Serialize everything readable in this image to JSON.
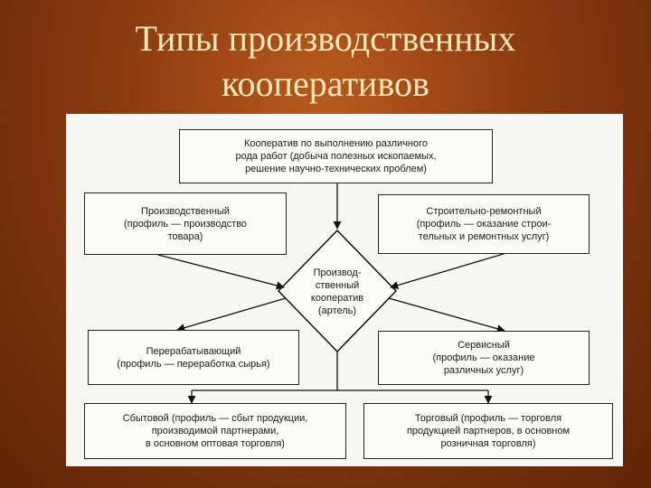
{
  "title": {
    "line1": "Типы производственных",
    "line2": "кооперативов"
  },
  "diagram": {
    "top": {
      "l1": "Кооператив по выполнению различного",
      "l2": "рода работ (добыча полезных ископаемых,",
      "l3": "решение научно-технических проблем)"
    },
    "center": {
      "l1": "Производ-",
      "l2": "ственный",
      "l3": "кооператив",
      "l4": "(артель)"
    },
    "left1": {
      "l1": "Производственный",
      "l2": "(профиль — производство",
      "l3": "товара)"
    },
    "right1": {
      "l1": "Строительно-ремонтный",
      "l2": "(профиль — оказание строи-",
      "l3": "тельных и ремонтных услуг)"
    },
    "left2": {
      "l1": "Перерабатывающий",
      "l2": "(профиль — переработка сырья)"
    },
    "right2": {
      "l1": "Сервисный",
      "l2": "(профиль — оказание",
      "l3": "различных услуг)"
    },
    "left3": {
      "l1": "Сбытовой (профиль — сбыт продукции,",
      "l2": "производимой партнерами,",
      "l3": "в основном оптовая торговля)"
    },
    "right3": {
      "l1": "Торговый (профиль — торговля",
      "l2": "продукцией партнеров, в основном",
      "l3": "розничная торговля)"
    }
  }
}
